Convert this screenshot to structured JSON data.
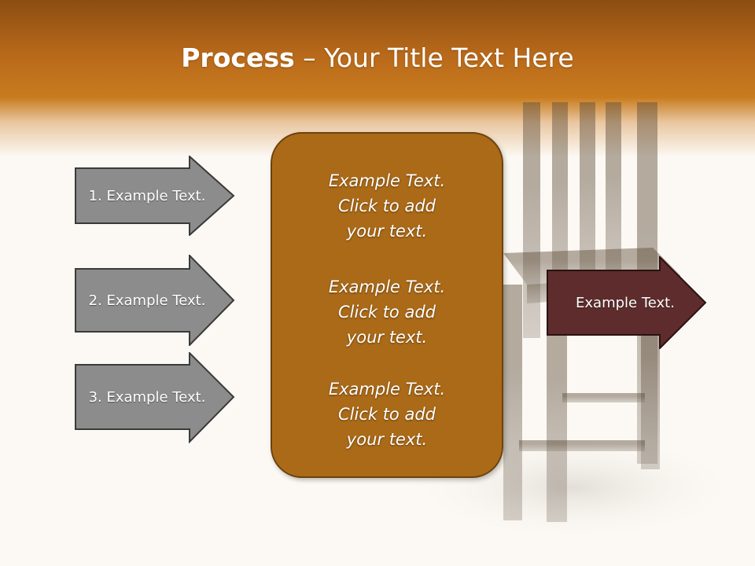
{
  "slide": {
    "title_bold": "Process",
    "title_rest": " – Your Title Text Here",
    "colors": {
      "header": "#c87c1e",
      "gray_arrow": "#8c8c8c",
      "center_box": "#ab6a18",
      "output_arrow": "#5e2c2c",
      "background": "#fcf9f4"
    }
  },
  "inputs": [
    {
      "label": "1. Example Text."
    },
    {
      "label": "2. Example Text."
    },
    {
      "label": "3. Example Text."
    }
  ],
  "center": {
    "paragraphs": [
      {
        "lines": [
          "Example Text.",
          "Click  to add",
          "your text."
        ]
      },
      {
        "lines": [
          "Example Text.",
          "Click  to add",
          "your text."
        ]
      },
      {
        "lines": [
          "Example Text.",
          "Click  to add",
          "your text."
        ]
      }
    ]
  },
  "output": {
    "label": "Example Text."
  },
  "background_image": {
    "icon": "wooden-chair-illustration"
  }
}
